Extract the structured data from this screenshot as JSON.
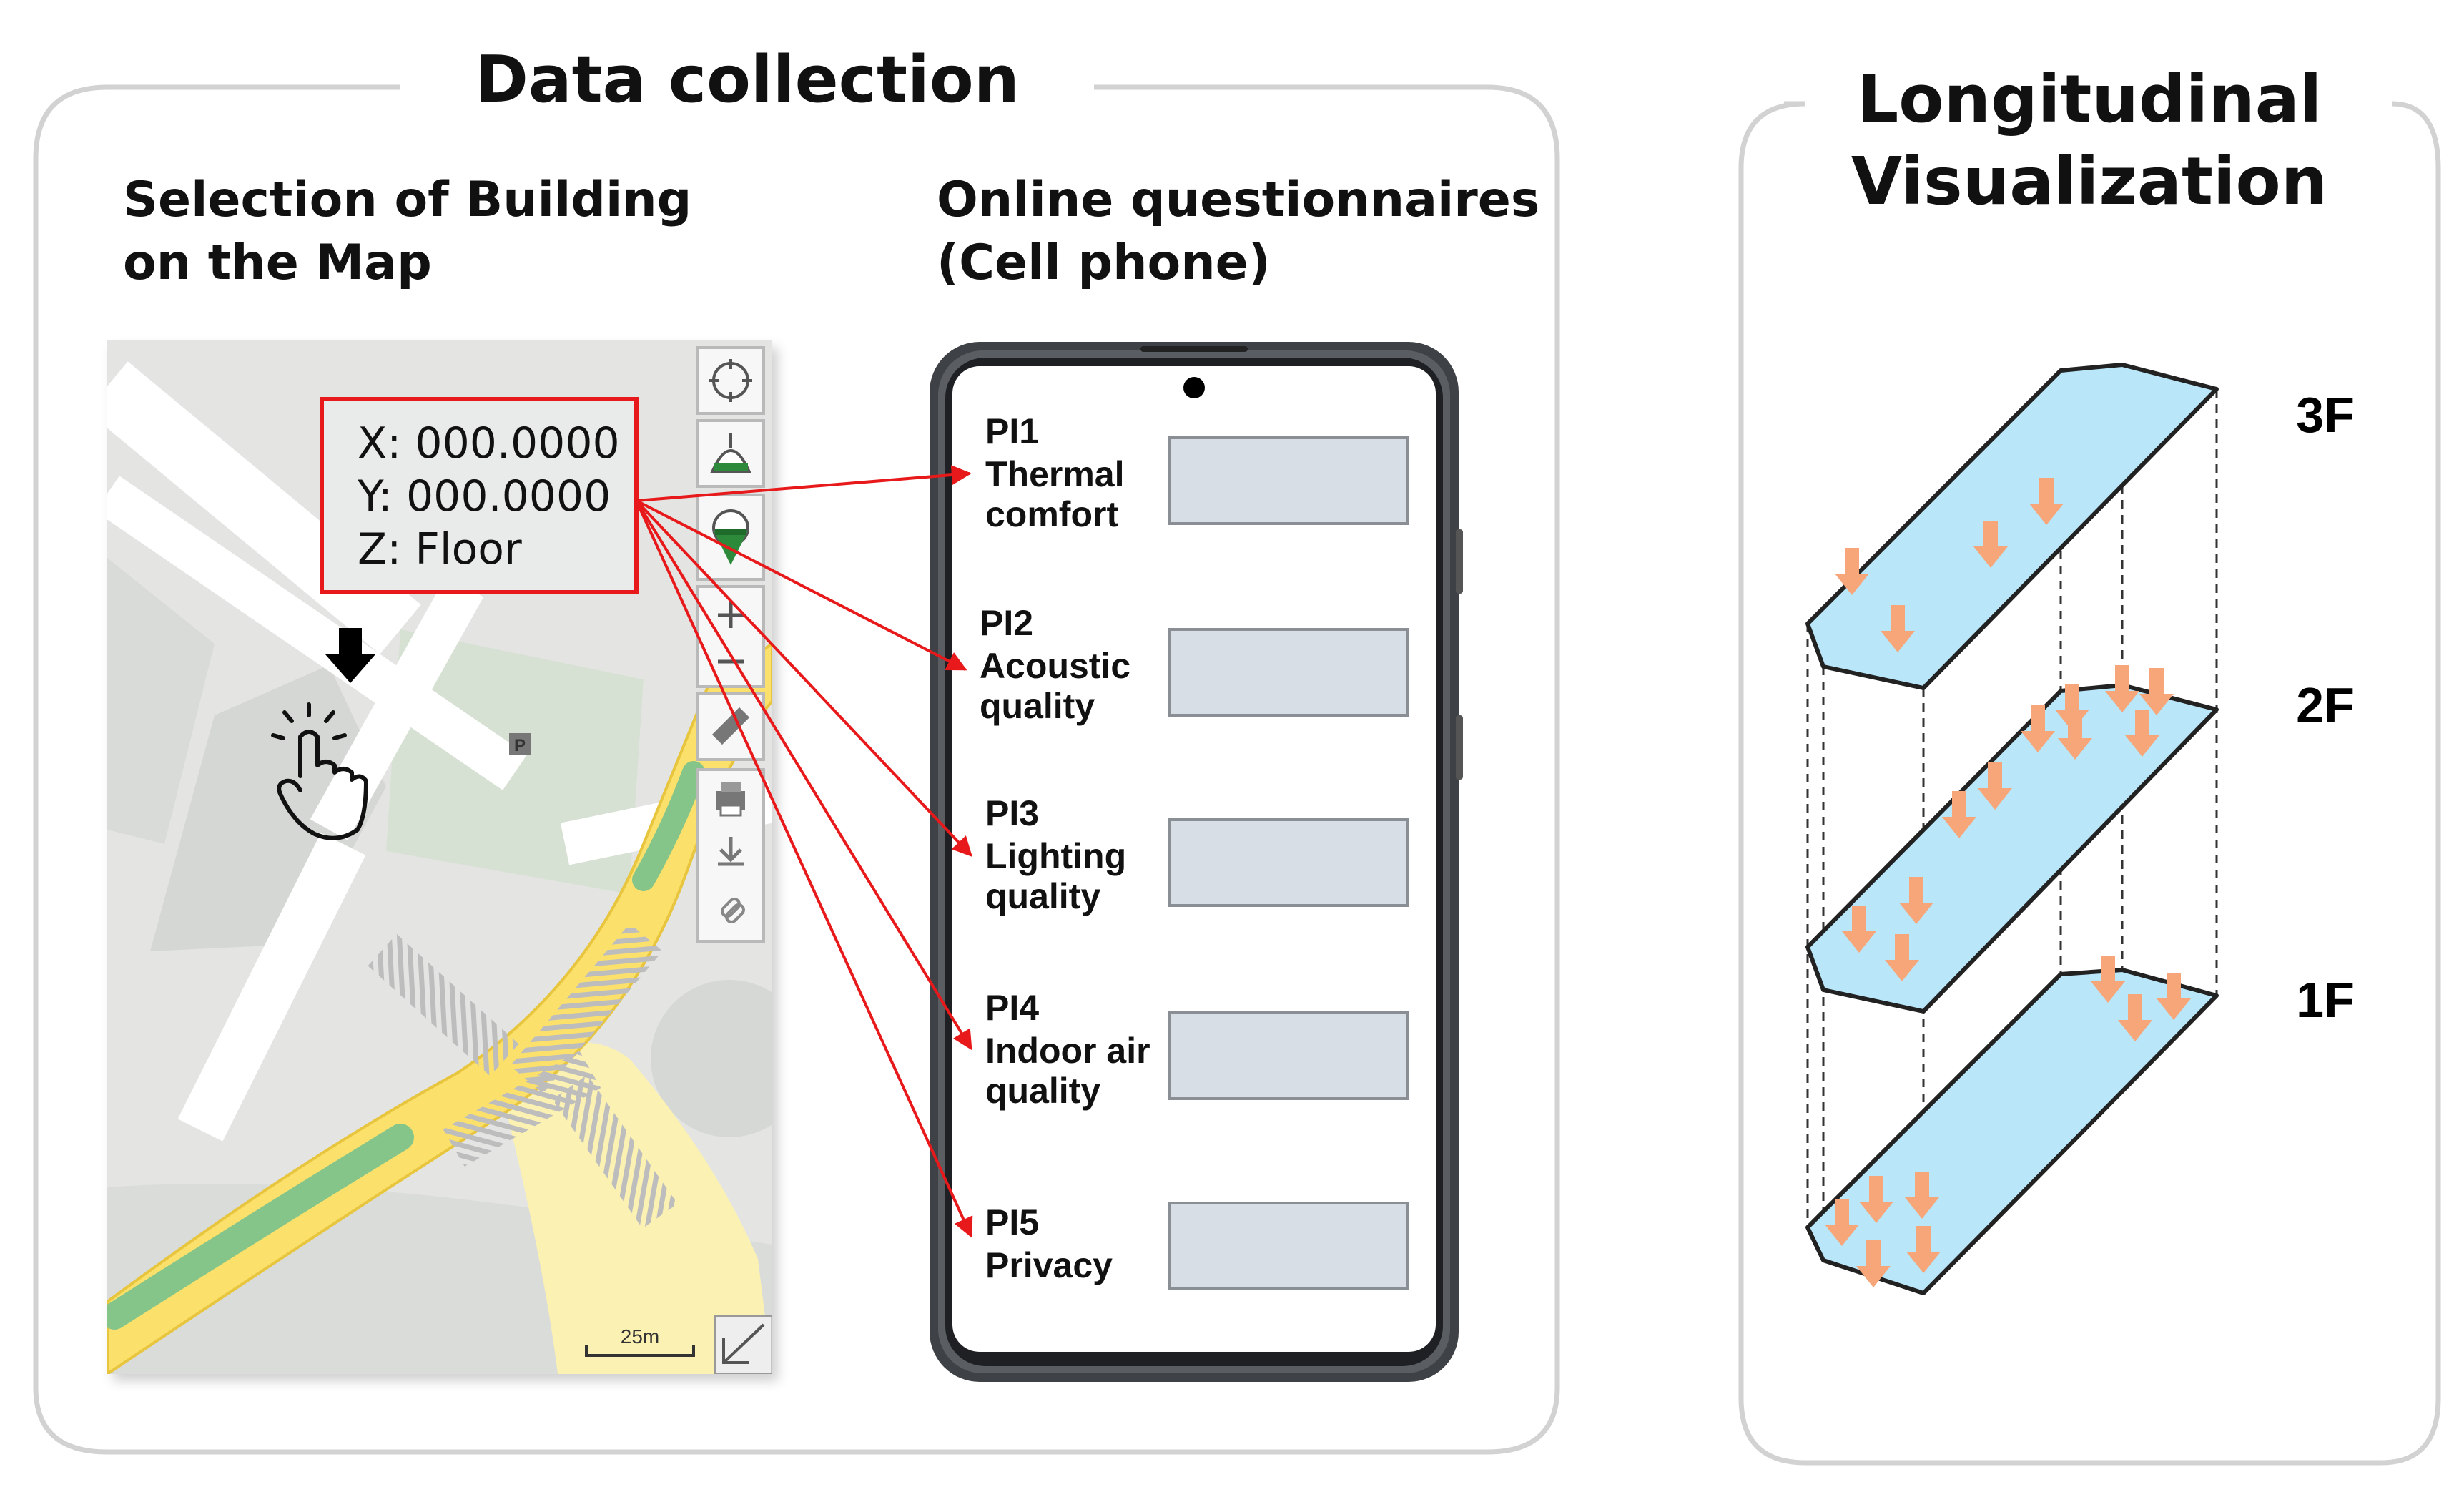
{
  "sections": {
    "data_collection": {
      "title": "Data collection"
    },
    "longitudinal": {
      "title_line1": "Longitudinal",
      "title_line2": "Visualization"
    }
  },
  "map_panel": {
    "heading_line1": "Selection of Building",
    "heading_line2": "on the Map",
    "coords": {
      "x": "X: 000.0000",
      "y": "Y: 000.0000",
      "z": "Z: Floor"
    },
    "scale_label": "25m",
    "parking_label": "P",
    "toolbar_icons": [
      "crosshair-icon",
      "location-icon",
      "floor-icon",
      "zoom-in-icon",
      "zoom-out-icon",
      "measure-icon",
      "print-icon",
      "download-icon",
      "link-icon"
    ]
  },
  "phone_panel": {
    "heading_line1": "Online questionnaires",
    "heading_line2": "(Cell phone)",
    "items": [
      {
        "code": "PI1",
        "line1": "Thermal",
        "line2": "comfort"
      },
      {
        "code": "PI2",
        "line1": "Acoustic",
        "line2": "quality"
      },
      {
        "code": "PI3",
        "line1": "Lighting",
        "line2": "quality"
      },
      {
        "code": "PI4",
        "line1": "Indoor air",
        "line2": "quality"
      },
      {
        "code": "PI5",
        "line1": "Privacy",
        "line2": ""
      }
    ]
  },
  "floors": [
    "3F",
    "2F",
    "1F"
  ],
  "colors": {
    "accent_red": "#e8191a",
    "floor_fill": "#b9e6f8",
    "marker_orange": "#f7a679",
    "answer_box": "#d7dee6",
    "road_yellow": "#fbe16b",
    "map_bg": "#e4e5e3"
  }
}
